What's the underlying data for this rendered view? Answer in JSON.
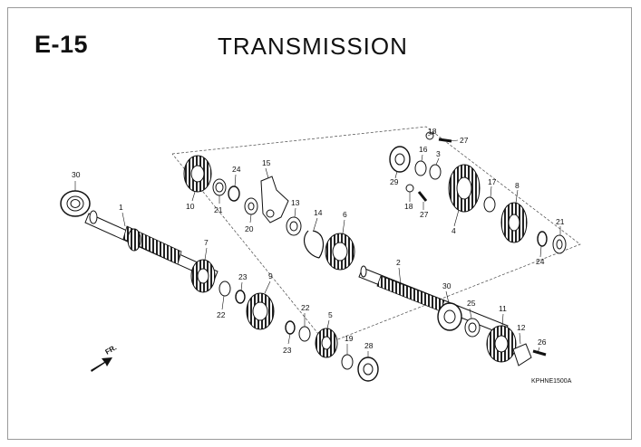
{
  "page": {
    "section_code": "E-15",
    "title": "TRANSMISSION"
  },
  "diagram": {
    "reference_code": "KPHNE1500A",
    "direction_label": "FR.",
    "callouts": [
      {
        "id": "c30a",
        "label": "30"
      },
      {
        "id": "c1",
        "label": "1"
      },
      {
        "id": "c10",
        "label": "10"
      },
      {
        "id": "c21a",
        "label": "21"
      },
      {
        "id": "c24a",
        "label": "24"
      },
      {
        "id": "c15",
        "label": "15"
      },
      {
        "id": "c20",
        "label": "20"
      },
      {
        "id": "c13",
        "label": "13"
      },
      {
        "id": "c14",
        "label": "14"
      },
      {
        "id": "c6",
        "label": "6"
      },
      {
        "id": "c7",
        "label": "7"
      },
      {
        "id": "c22a",
        "label": "22"
      },
      {
        "id": "c23a",
        "label": "23"
      },
      {
        "id": "c9",
        "label": "9"
      },
      {
        "id": "c23b",
        "label": "23"
      },
      {
        "id": "c22b",
        "label": "22"
      },
      {
        "id": "c5",
        "label": "5"
      },
      {
        "id": "c19",
        "label": "19"
      },
      {
        "id": "c28",
        "label": "28"
      },
      {
        "id": "c2",
        "label": "2"
      },
      {
        "id": "c30b",
        "label": "30"
      },
      {
        "id": "c25",
        "label": "25"
      },
      {
        "id": "c11",
        "label": "11"
      },
      {
        "id": "c12",
        "label": "12"
      },
      {
        "id": "c26",
        "label": "26"
      },
      {
        "id": "c18a",
        "label": "18"
      },
      {
        "id": "c27a",
        "label": "27"
      },
      {
        "id": "c16",
        "label": "16"
      },
      {
        "id": "c3",
        "label": "3"
      },
      {
        "id": "c29",
        "label": "29"
      },
      {
        "id": "c18b",
        "label": "18"
      },
      {
        "id": "c27b",
        "label": "27"
      },
      {
        "id": "c4",
        "label": "4"
      },
      {
        "id": "c17",
        "label": "17"
      },
      {
        "id": "c8",
        "label": "8"
      },
      {
        "id": "c21b",
        "label": "21"
      },
      {
        "id": "c24b",
        "label": "24"
      }
    ]
  }
}
